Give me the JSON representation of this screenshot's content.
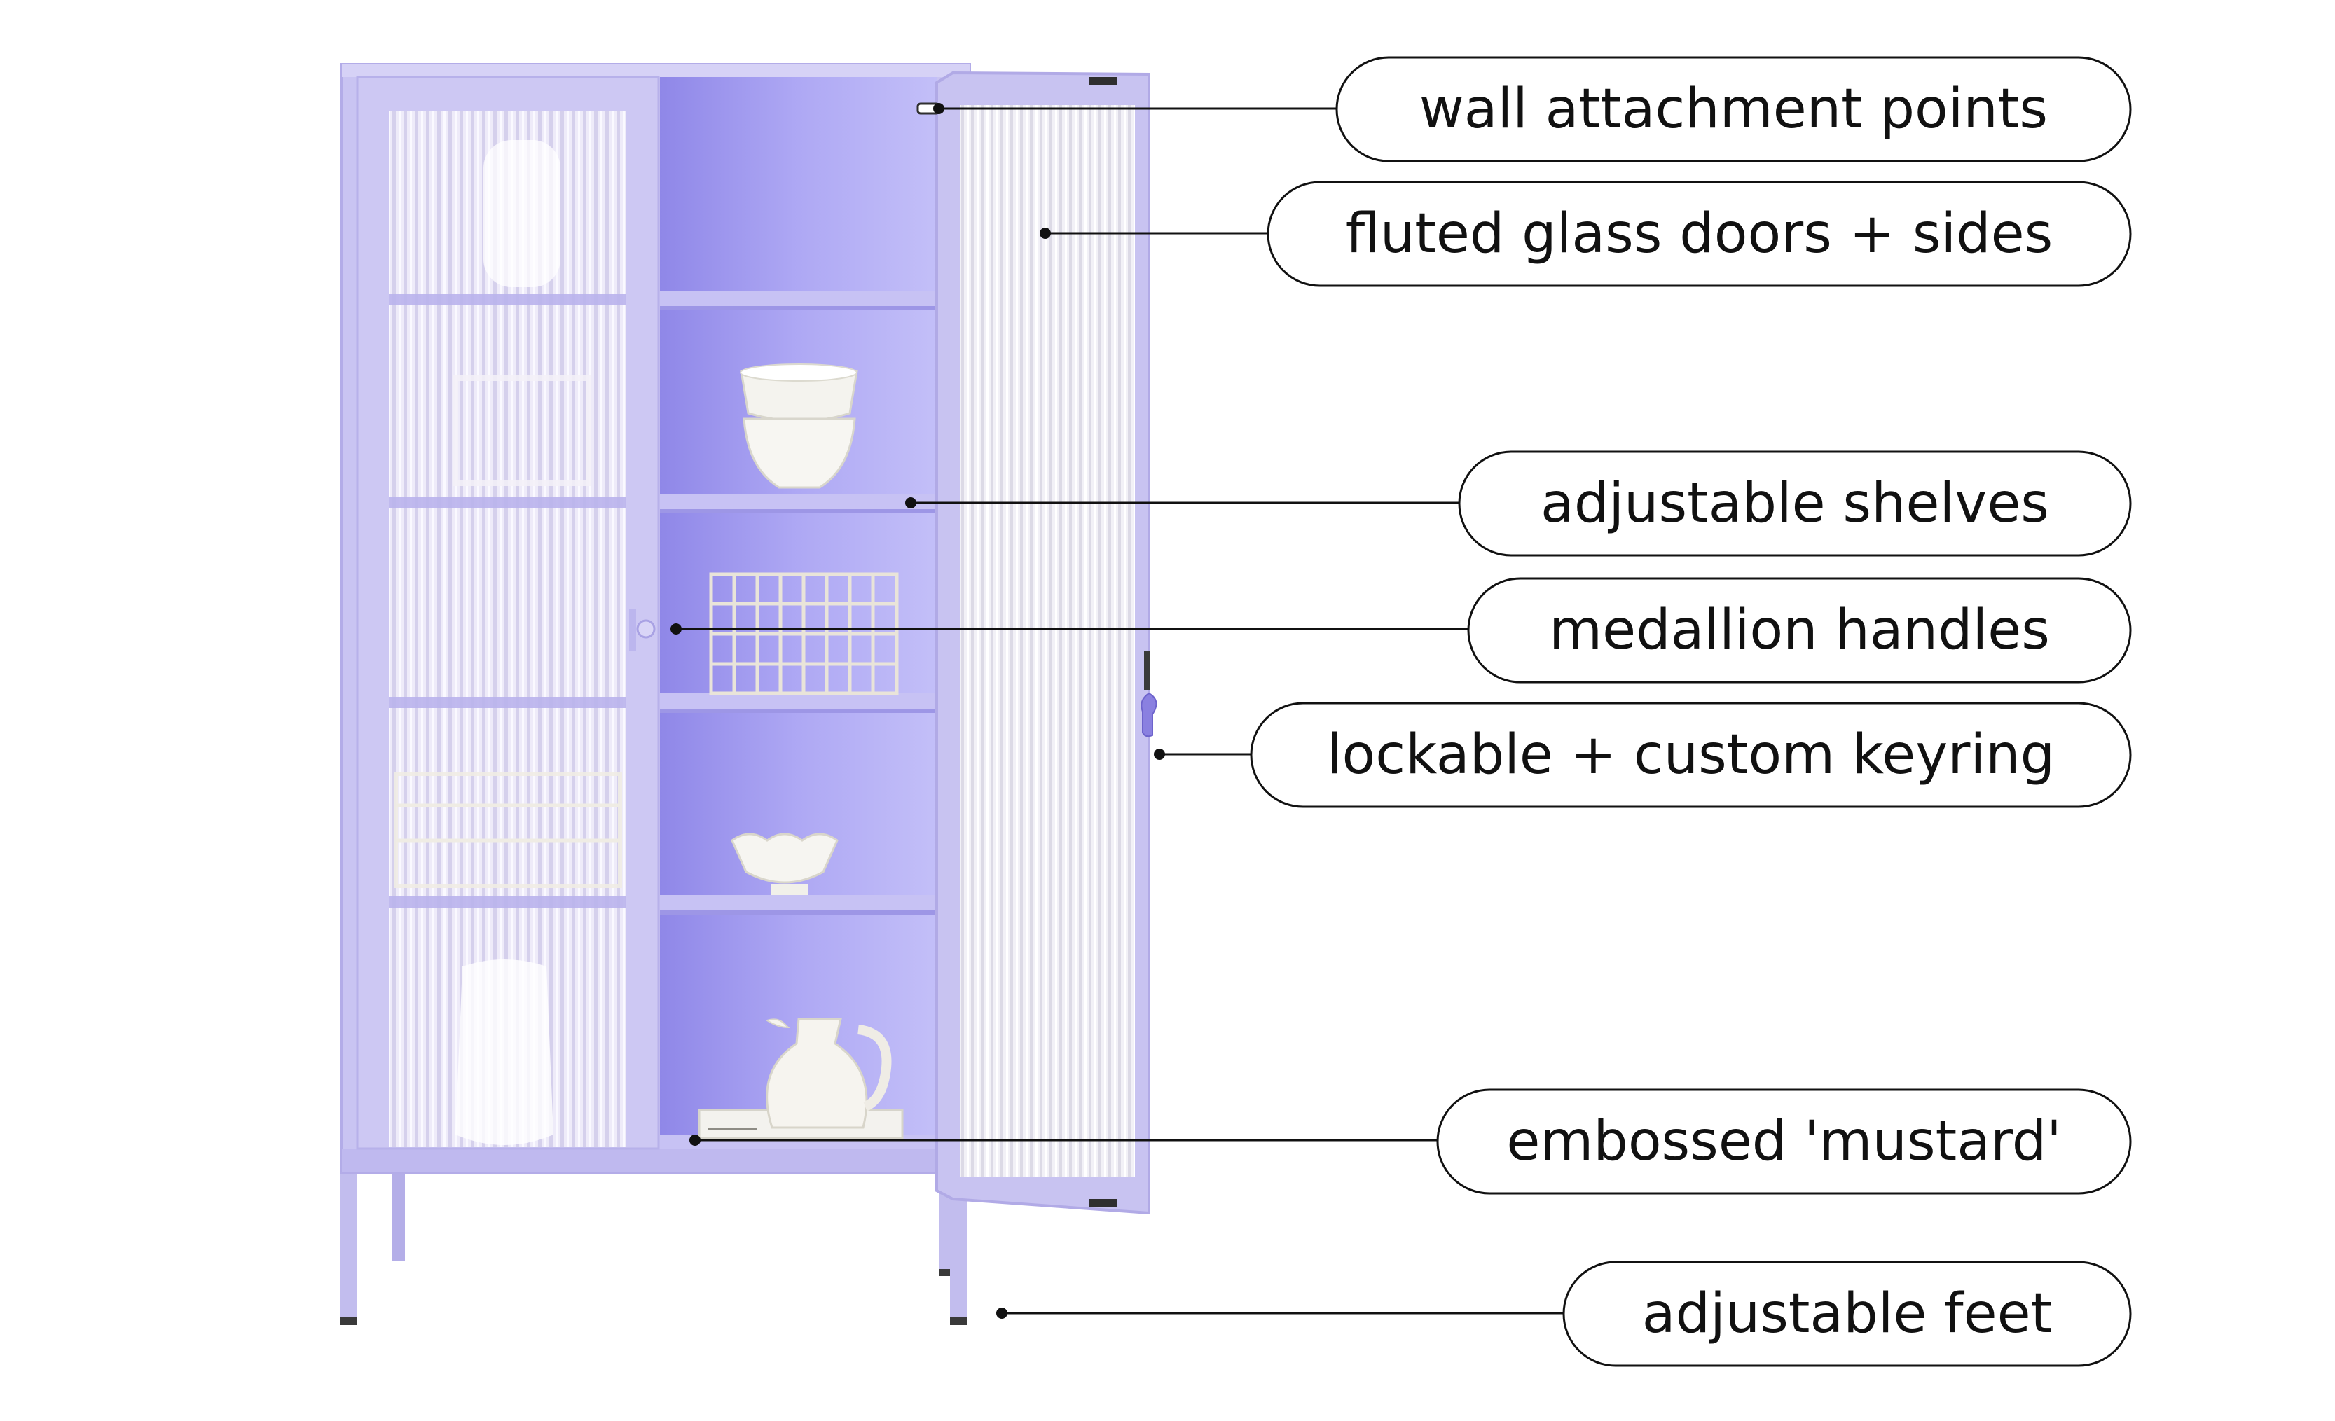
{
  "colors": {
    "background": "#ffffff",
    "cabinet": "#c9c4f2",
    "cabinet_shadow": "#aaa3e6",
    "interior": "#a9a2f0",
    "interior_light": "#bdb8f6",
    "glass": "#ece9f8",
    "glass_rib": "#d7d2ee",
    "ceramic": "#f6f5f1",
    "wire": "#e8e2d6",
    "leader": "#111111"
  },
  "callouts": [
    {
      "id": "wall-attachment-points",
      "label": "wall attachment points"
    },
    {
      "id": "fluted-glass-doors",
      "label": "fluted glass doors + sides"
    },
    {
      "id": "adjustable-shelves",
      "label": "adjustable shelves"
    },
    {
      "id": "medallion-handles",
      "label": "medallion handles"
    },
    {
      "id": "lockable-keyring",
      "label": "lockable + custom keyring"
    },
    {
      "id": "embossed-mustard",
      "label": "embossed 'mustard'"
    },
    {
      "id": "adjustable-feet",
      "label": "adjustable feet"
    }
  ]
}
